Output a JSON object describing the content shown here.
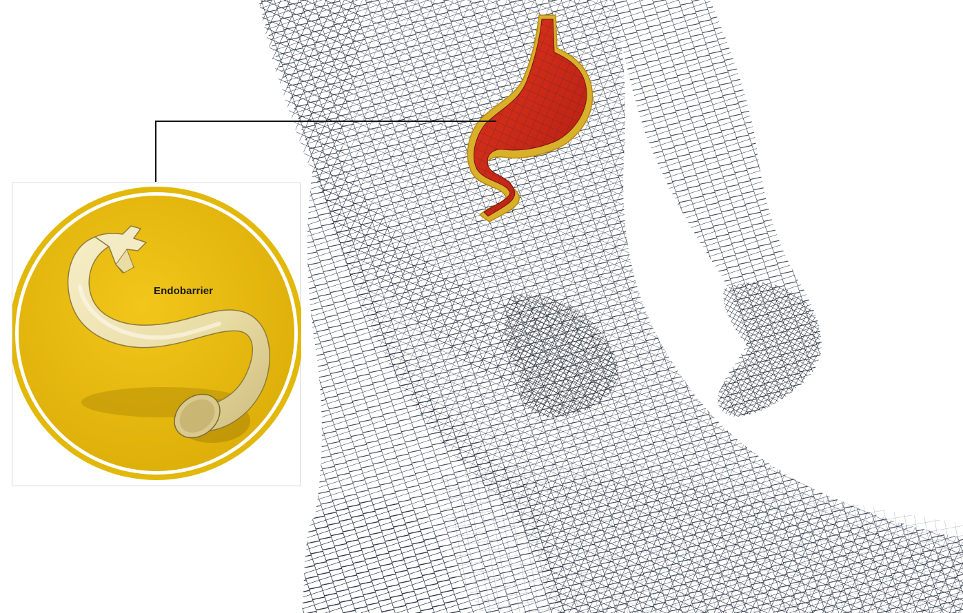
{
  "callout": {
    "label": "Endobarrier"
  },
  "colors": {
    "wireframe": "#1f2a3a",
    "stomach_red": "#d42a1a",
    "stomach_outline": "#d8b02a",
    "inset_gold": "#e2b80a",
    "sleeve_cream": "#eee2ad",
    "leader_line": "#111111"
  },
  "icons": {
    "figure": "wireframe-human-figure",
    "organ": "stomach-with-duodenum",
    "device": "endobarrier-sleeve"
  }
}
